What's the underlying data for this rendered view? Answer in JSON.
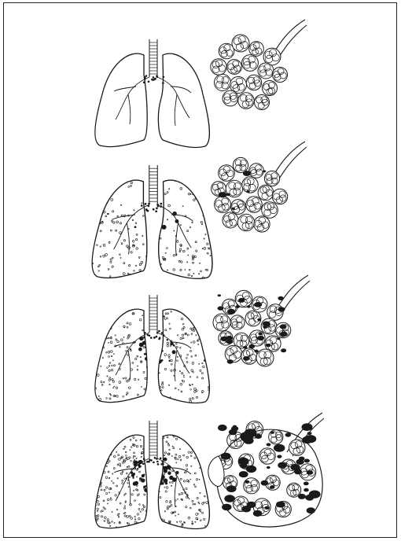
{
  "figure": {
    "panels": [
      {
        "stage": 1,
        "lung_icon": "lungs-icon",
        "alveoli_icon": "alveoli-cluster-icon",
        "speckle_density": 0.0,
        "dark_deposits": 0.0
      },
      {
        "stage": 2,
        "lung_icon": "lungs-icon",
        "alveoli_icon": "alveoli-cluster-icon",
        "speckle_density": 0.55,
        "dark_deposits": 0.1
      },
      {
        "stage": 3,
        "lung_icon": "lungs-icon",
        "alveoli_icon": "alveoli-cluster-icon",
        "speckle_density": 0.45,
        "dark_deposits": 0.45
      },
      {
        "stage": 4,
        "lung_icon": "lungs-icon",
        "alveoli_icon": "alveoli-cluster-icon",
        "speckle_density": 0.7,
        "dark_deposits": 0.85
      }
    ],
    "colors": {
      "ink": "#1a1a1a",
      "paper": "#ffffff"
    }
  }
}
